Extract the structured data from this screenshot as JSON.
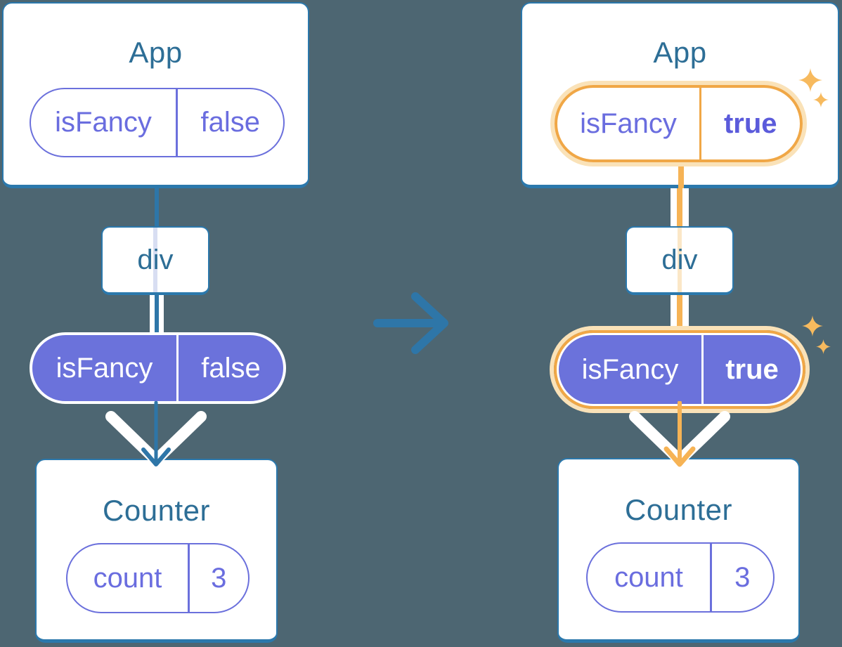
{
  "colors": {
    "background": "#4D6672",
    "card_fill": "#FFFFFF",
    "card_border_blue": "#2B78AC",
    "title_text_blue": "#2D6E96",
    "tree_edge_blue": "#2E76A8",
    "purple_fill": "#6B72DB",
    "purple_outline": "#6B70DC",
    "purple_text": "#6A6DDF",
    "purple_text_bold": "#5B5BDB",
    "orange_ring": "#F0A746",
    "orange_line": "#F6B355",
    "orange_halo": "#FAE2B8",
    "sparkle_orange": "#F7BA5E",
    "lavender_stripe": "#D8DEF2",
    "peach_stripe": "#FBE7C7",
    "white_line": "#FFFFFF"
  },
  "icons": {
    "transition_arrow": "right-arrow",
    "down_arrowhead": "chevron-down",
    "sparkle": "four-point-star"
  },
  "left_tree": {
    "app": {
      "title": "App",
      "prop_key": "isFancy",
      "prop_value": "false"
    },
    "div_node": {
      "label": "div"
    },
    "prop_pill": {
      "key": "isFancy",
      "value": "false"
    },
    "counter": {
      "title": "Counter",
      "state_key": "count",
      "state_value": "3"
    }
  },
  "right_tree": {
    "app": {
      "title": "App",
      "prop_key": "isFancy",
      "prop_value": "true"
    },
    "div_node": {
      "label": "div"
    },
    "prop_pill": {
      "key": "isFancy",
      "value": "true"
    },
    "counter": {
      "title": "Counter",
      "state_key": "count",
      "state_value": "3"
    }
  }
}
